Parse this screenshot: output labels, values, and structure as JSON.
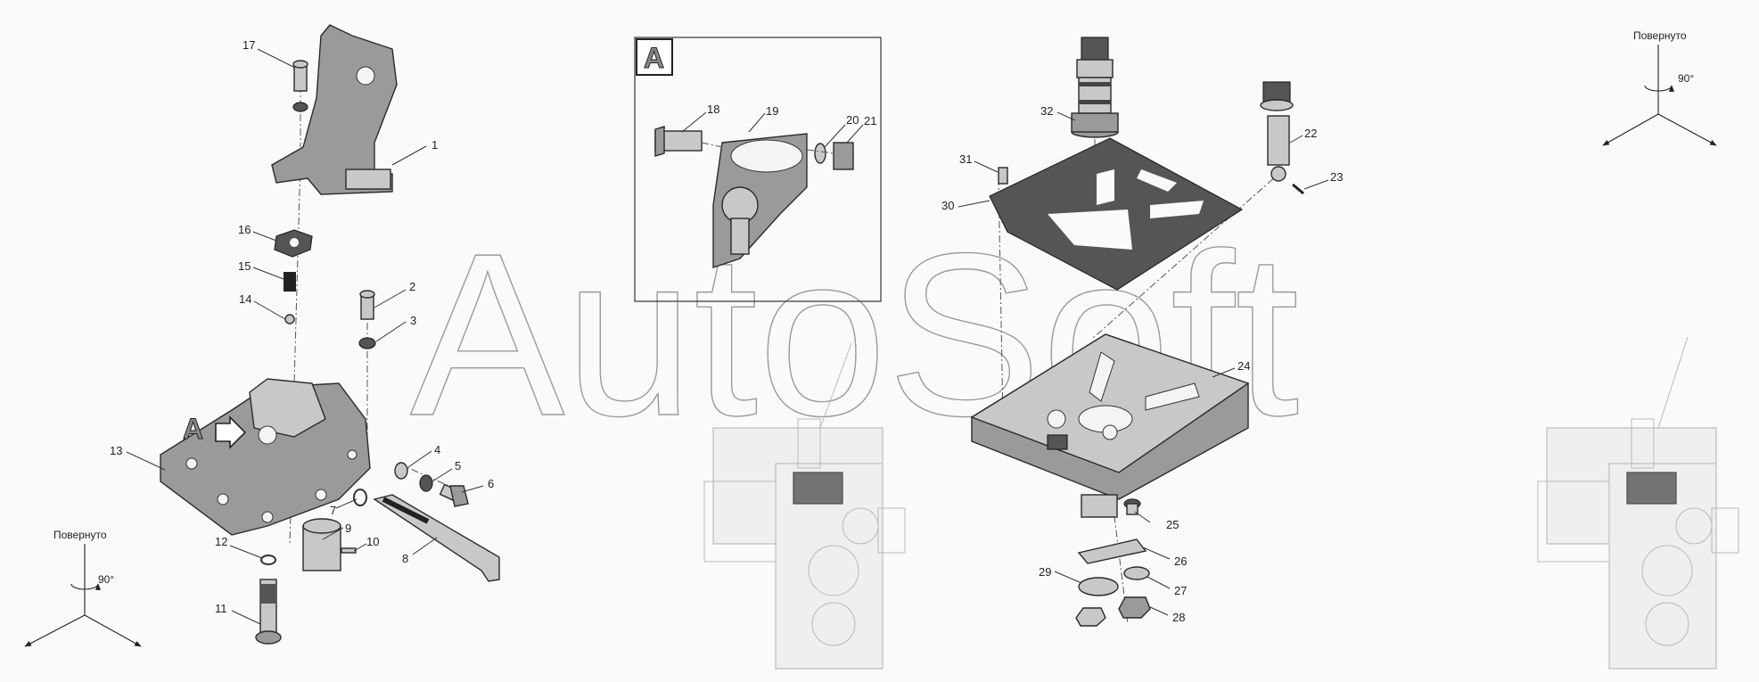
{
  "watermark": "AutoSoft",
  "view_marker": "A",
  "rotation_notes": [
    {
      "label": "Повернуто",
      "angle": "90°"
    },
    {
      "label": "Повернуто",
      "angle": "90°"
    }
  ],
  "callouts": [
    "1",
    "2",
    "3",
    "4",
    "5",
    "6",
    "7",
    "8",
    "9",
    "10",
    "11",
    "12",
    "13",
    "14",
    "15",
    "16",
    "17",
    "18",
    "19",
    "20",
    "21",
    "22",
    "23",
    "24",
    "25",
    "26",
    "27",
    "28",
    "29",
    "30",
    "31",
    "32"
  ]
}
